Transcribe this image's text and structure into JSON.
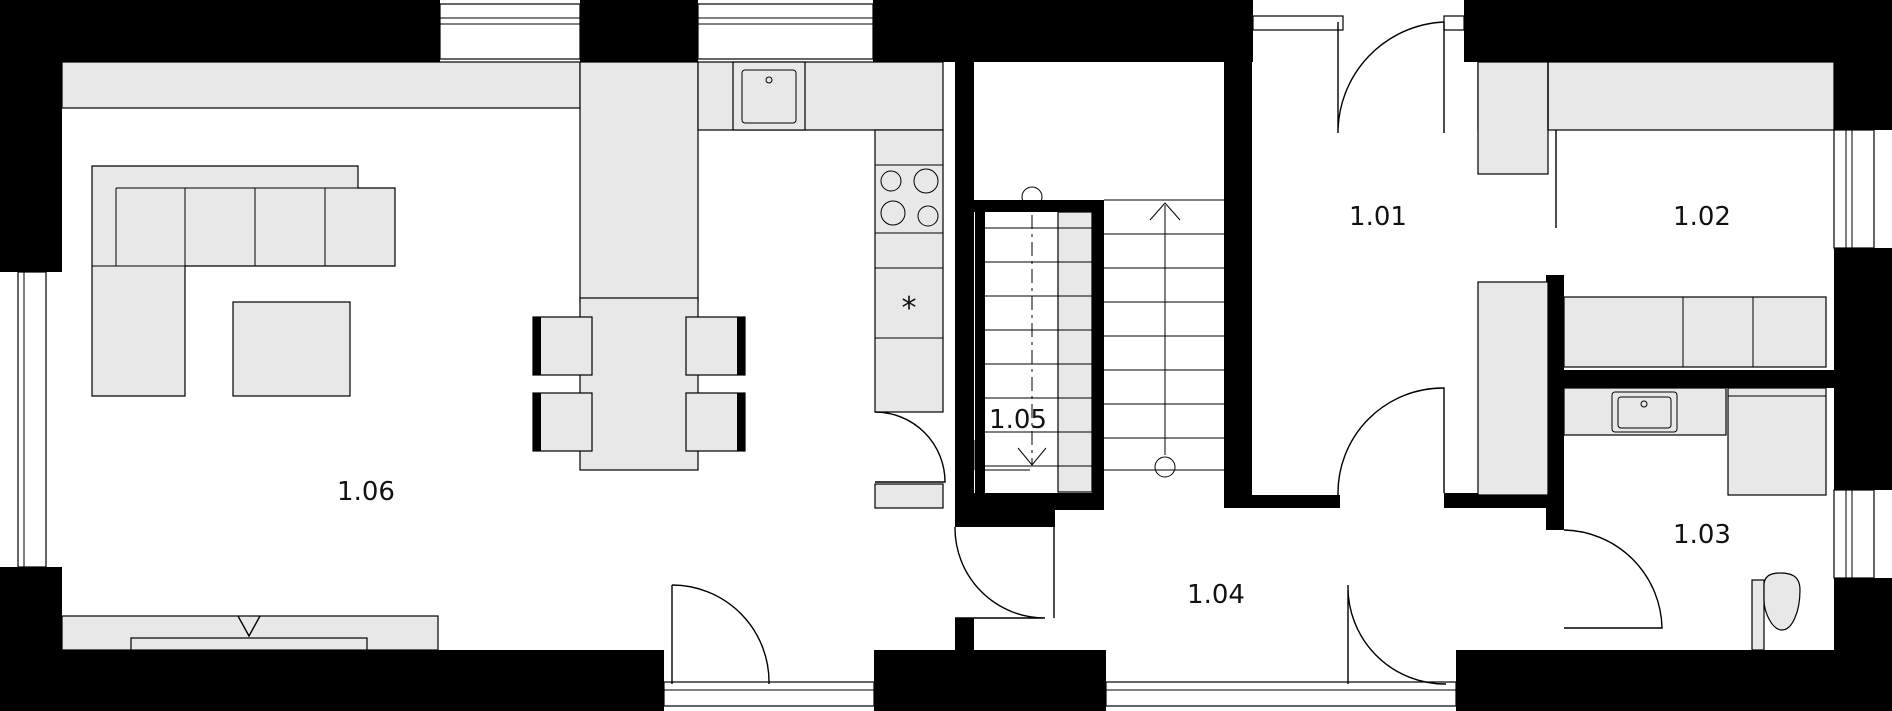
{
  "rooms": [
    {
      "id": "r101",
      "label": "1.01"
    },
    {
      "id": "r102",
      "label": "1.02"
    },
    {
      "id": "r103",
      "label": "1.03"
    },
    {
      "id": "r104",
      "label": "1.04"
    },
    {
      "id": "r105",
      "label": "1.05"
    },
    {
      "id": "r106",
      "label": "1.06"
    }
  ],
  "symbols": {
    "freezer": "*"
  },
  "colors": {
    "wall": "#000000",
    "furniture": "#e8e8e8",
    "background": "#ffffff"
  }
}
